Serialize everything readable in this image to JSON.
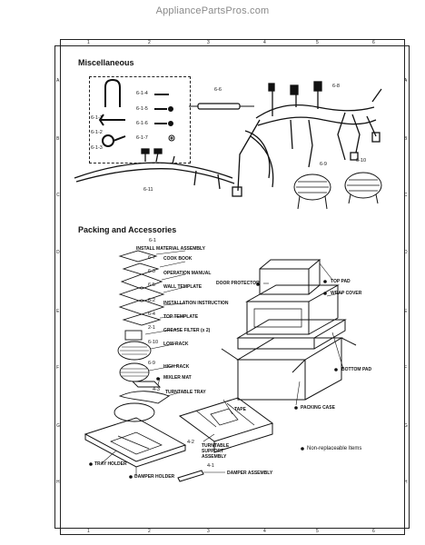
{
  "site_watermark": "AppliancePartsPros.com",
  "sections": {
    "misc_title": "Miscellaneous",
    "packing_title": "Packing and Accessories"
  },
  "ruler": {
    "cols": [
      "1",
      "2",
      "3",
      "4",
      "5",
      "6"
    ],
    "rows": [
      "A",
      "B",
      "C",
      "D",
      "E",
      "F",
      "G",
      "H"
    ]
  },
  "misc_parts": {
    "p611": "6-1-1",
    "p612": "6-1-2",
    "p613": "6-1-3",
    "p614": "6-1-4",
    "p615": "6-1-5",
    "p616": "6-1-6",
    "p617": "6-1-7",
    "p66": "6-6",
    "p68": "6-8",
    "p69": "6-9",
    "p610": "6-10",
    "p611b": "6-11"
  },
  "packing_items": [
    {
      "num": "6-1",
      "label": "INSTALL MATERIAL ASSEMBLY"
    },
    {
      "num": "6-7",
      "label": "COOK BOOK"
    },
    {
      "num": "6-3",
      "label": "OPERATION MANUAL"
    },
    {
      "num": "6-5",
      "label": "WALL TEMPLATE"
    },
    {
      "num": "6-2",
      "label": "INSTALLATION INSTRUCTION"
    },
    {
      "num": "6-4",
      "label": "TOP TEMPLATE"
    },
    {
      "num": "2-1",
      "label": "GREASE FILTER (x 2)"
    },
    {
      "num": "6-10",
      "label": "LOW RACK"
    },
    {
      "num": "6-9",
      "label": "HIGH RACK"
    },
    {
      "num": "",
      "label": "MIXLER MAT"
    },
    {
      "num": "4-3",
      "label": "TURNTABLE TRAY"
    }
  ],
  "box_labels": {
    "door_protector": "DOOR PROTECTOR",
    "top_pad": "TOP PAD",
    "wrap_cover": "WRAP COVER",
    "bottom_pad": "BOTTOM PAD",
    "packing_case": "PACKING CASE",
    "tape": "TAPE"
  },
  "turntable": {
    "num": "4-2",
    "label_1": "TURNTABLE",
    "label_2": "SUPPORT",
    "label_3": "ASSEMBLY"
  },
  "damper": {
    "num": "4-1",
    "label": "DAMPER ASSEMBLY"
  },
  "tray_holder": "TRAY HOLDER",
  "damper_holder": "DAMPER HOLDER",
  "legend": "Non-replaceable Items"
}
